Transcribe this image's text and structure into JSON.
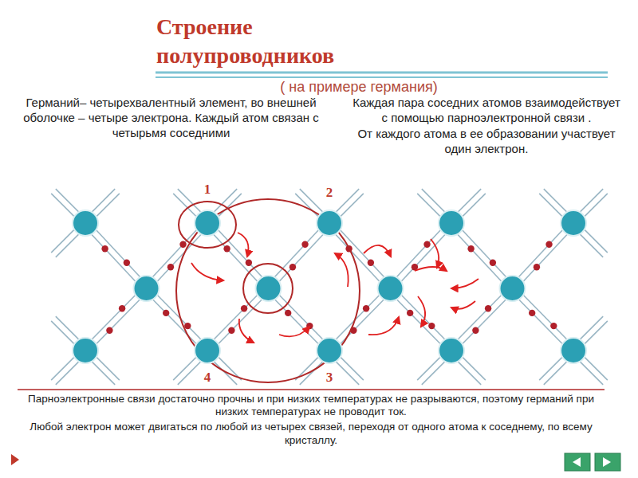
{
  "diagram": {
    "title": "Строение полупроводников",
    "labels": [
      "( на примере германия)",
      "Германий– четырехвалентный элемент, во внешней оболочке – четыре электрона. Каждый атом связан с четырьмя соседними",
      "Каждая пара соседних атомов взаимодействует с помощью парноэлектронной связи .",
      "От каждого атома в ее образовании участвует один электрон.",
      "1",
      "2",
      "4",
      "3",
      "Парноэлектронные связи достаточно прочны и при низких температурах не разрываются, поэтому германий при низких температурах не проводит ток.",
      "Любой электрон может двигаться по любой из четырех связей, переходя от одного атома к соседнему, по всему кристаллу."
    ]
  }
}
